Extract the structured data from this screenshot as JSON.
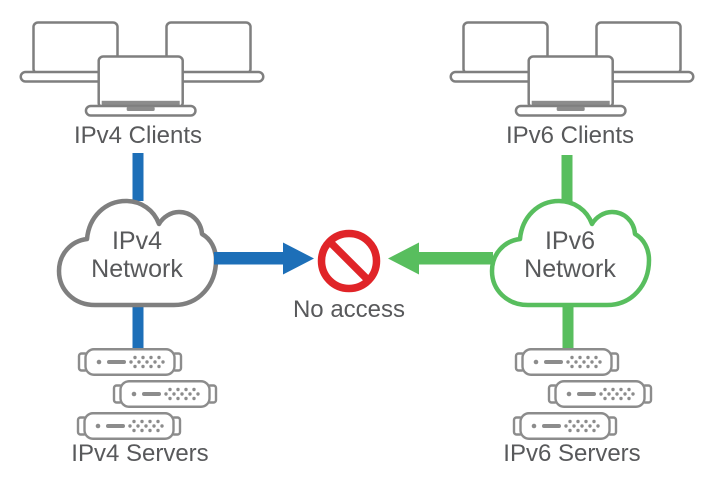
{
  "colors": {
    "ipv4_blue": "#1D6FB8",
    "ipv6_green": "#58BE5E",
    "no_access_red": "#E02428",
    "outline_gray": "#7F7F7F",
    "server_gray": "#8C8C8C",
    "text_gray": "#58595B"
  },
  "diagram": {
    "left": {
      "clients_label": "IPv4 Clients",
      "network_line1": "IPv4",
      "network_line2": "Network",
      "servers_label": "IPv4 Servers"
    },
    "right": {
      "clients_label": "IPv6 Clients",
      "network_line1": "IPv6",
      "network_line2": "Network",
      "servers_label": "IPv6 Servers"
    },
    "center": {
      "no_access_label": "No access"
    }
  }
}
